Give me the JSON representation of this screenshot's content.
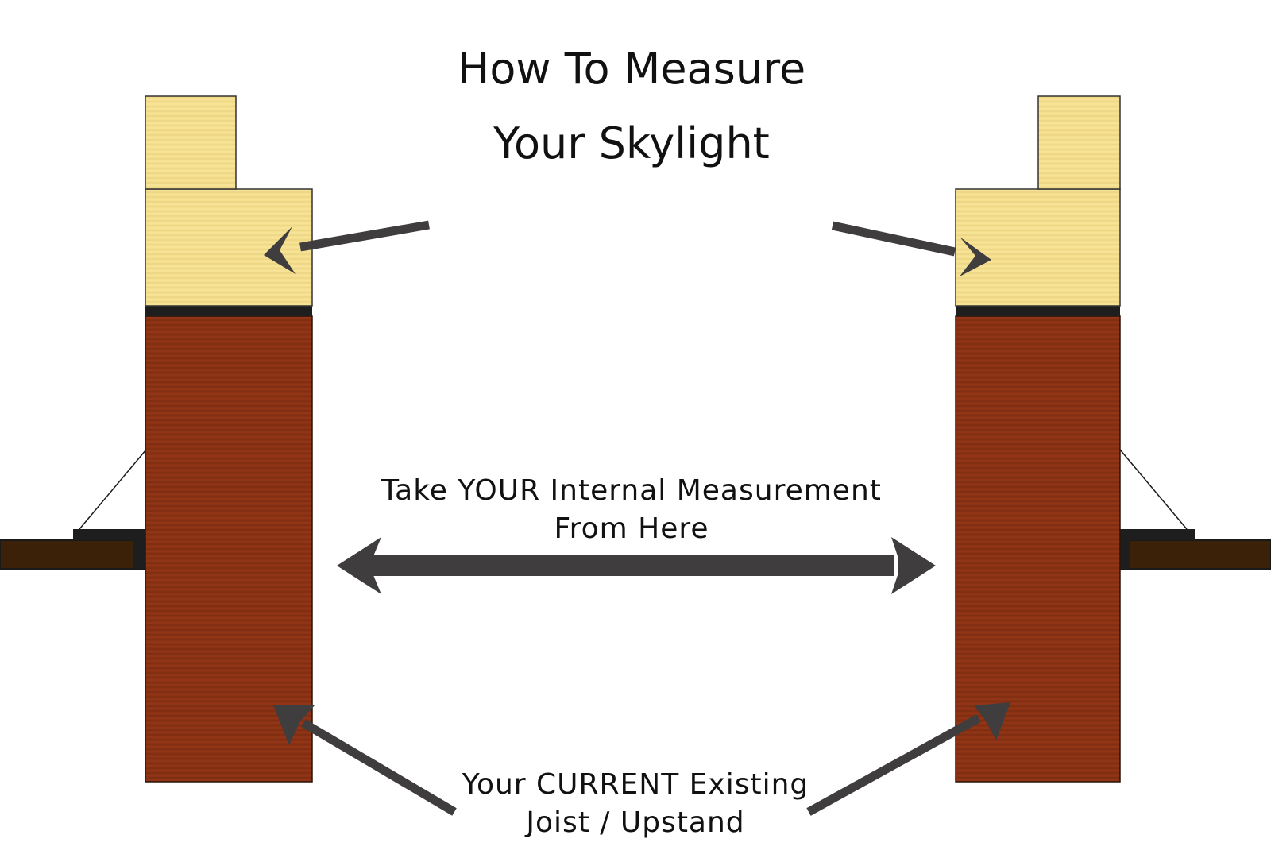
{
  "title": {
    "line1": "How To Measure",
    "line2": "Your Skylight"
  },
  "measurement_label": {
    "line1": "Take YOUR Internal Measurement",
    "line2": "From Here"
  },
  "joist_label": {
    "line1": "Your CURRENT Existing",
    "line2": "Joist / Upstand"
  },
  "colors": {
    "timber_upper": "#f3df8e",
    "joist": "#8b3214",
    "ceiling_board": "#3b2108",
    "seal_strip": "#1e1e1e",
    "arrow": "#3f3d3e"
  }
}
